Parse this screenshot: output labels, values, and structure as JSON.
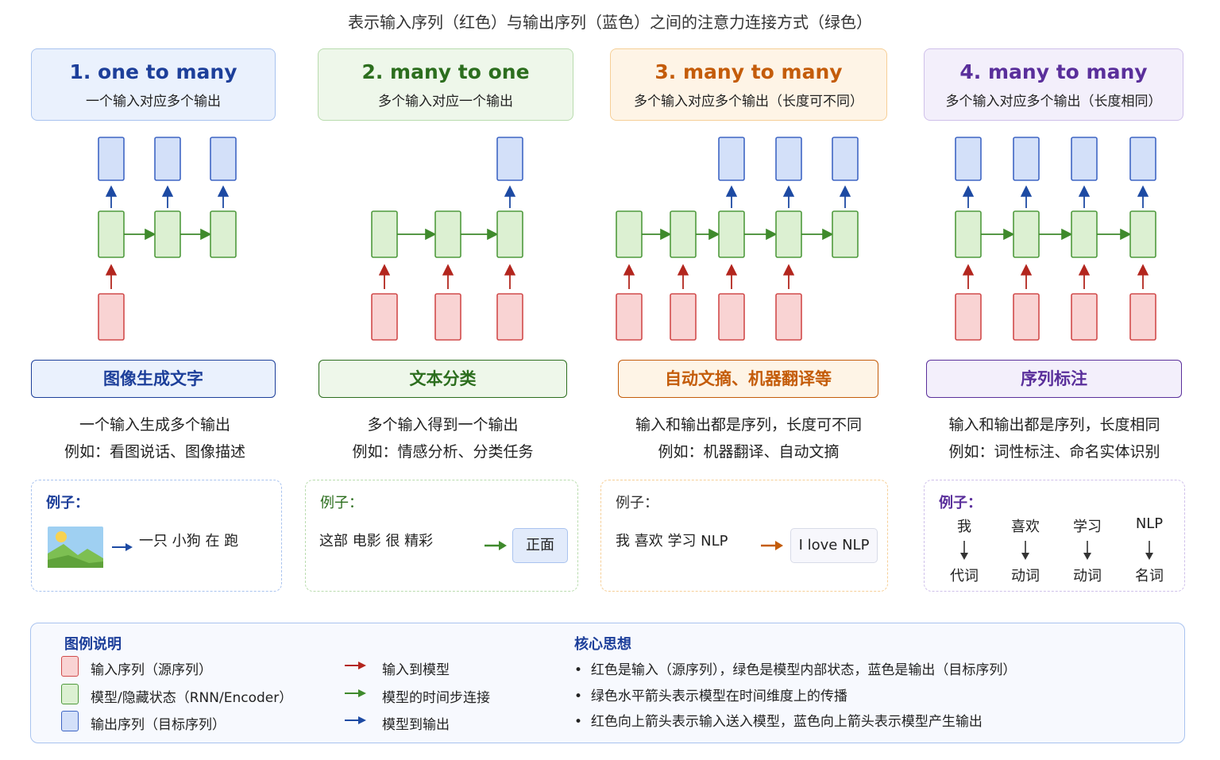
{
  "title": "表示输入序列（红色）与输出序列（蓝色）之间的注意力连接方式（绿色）",
  "colors": {
    "input_fill": "#f9d3d3",
    "input_stroke": "#d14b4b",
    "hidden_fill": "#dcf0d2",
    "hidden_stroke": "#4f9a3d",
    "output_fill": "#d3e0f9",
    "output_stroke": "#3f66c4",
    "arrow_red": "#b3261e",
    "arrow_green": "#3f8a2c",
    "arrow_blue": "#1d4aa3"
  },
  "panels": [
    {
      "title": "1. one to many",
      "subtitle": "一个输入对应多个输出",
      "task": "图像生成文字",
      "desc_line1": "一个输入生成多个输出",
      "desc_line2": "例如：看图说话、图像描述",
      "example_label": "例子：",
      "example_tokens": "一只  小狗  在  跑",
      "example_icon": "image-icon"
    },
    {
      "title": "2. many to one",
      "subtitle": "多个输入对应一个输出",
      "task": "文本分类",
      "desc_line1": "多个输入得到一个输出",
      "desc_line2": "例如：情感分析、分类任务",
      "example_label": "例子：",
      "example_input": "这部  电影  很  精彩",
      "example_output": "正面"
    },
    {
      "title": "3. many to many",
      "subtitle": "多个输入对应多个输出（长度可不同）",
      "task": "自动文摘、机器翻译等",
      "desc_line1": "输入和输出都是序列，长度可不同",
      "desc_line2": "例如：机器翻译、自动文摘",
      "example_label": "例子：",
      "example_input": "我  喜欢  学习  NLP",
      "example_output": "I love NLP"
    },
    {
      "title": "4. many to many",
      "subtitle": "多个输入对应多个输出（长度相同）",
      "task": "序列标注",
      "desc_line1": "输入和输出都是序列，长度相同",
      "desc_line2": "例如：词性标注、命名实体识别",
      "example_label": "例子：",
      "example_words": [
        "我",
        "喜欢",
        "学习",
        "NLP"
      ],
      "example_tags": [
        "代词",
        "动词",
        "动词",
        "名词"
      ]
    }
  ],
  "legend": {
    "title": "图例说明",
    "items": [
      "输入序列（源序列）",
      "模型/隐藏状态（RNN/Encoder）",
      "输出序列（目标序列）"
    ],
    "arrows": [
      "输入到模型",
      "模型的时间步连接",
      "模型到输出"
    ],
    "core_title": "核心思想",
    "core_points": [
      "红色是输入（源序列），绿色是模型内部状态，蓝色是输出（目标序列）",
      "绿色水平箭头表示模型在时间维度上的传播",
      "红色向上箭头表示输入送入模型，蓝色向上箭头表示模型产生输出"
    ]
  }
}
